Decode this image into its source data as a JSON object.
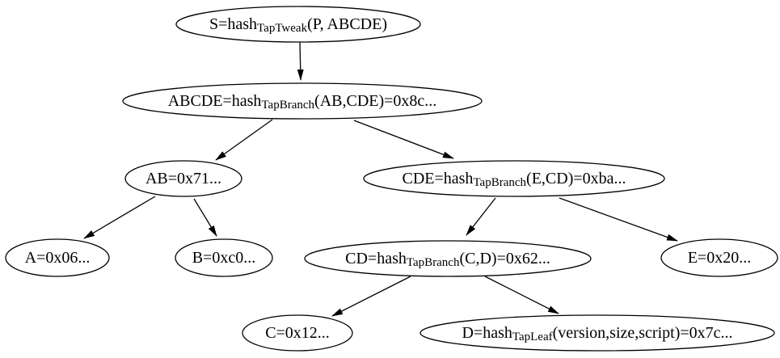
{
  "page": {
    "background_color": "#ffffff",
    "stroke_color": "#000000",
    "text_color": "#000000"
  },
  "diagram": {
    "type": "tree",
    "description": "taproot-hash-tree",
    "nodes": [
      {
        "id": "S",
        "pre": "S=hash",
        "sub": "TapTweak",
        "post": "(P, ABCDE)"
      },
      {
        "id": "ABCDE",
        "pre": "ABCDE=hash",
        "sub": "TapBranch",
        "post": "(AB,CDE)=0x8c..."
      },
      {
        "id": "AB",
        "pre": "AB=0x71...",
        "sub": "",
        "post": ""
      },
      {
        "id": "CDE",
        "pre": "CDE=hash",
        "sub": "TapBranch",
        "post": "(E,CD)=0xba..."
      },
      {
        "id": "A",
        "pre": "A=0x06...",
        "sub": "",
        "post": ""
      },
      {
        "id": "B",
        "pre": "B=0xc0...",
        "sub": "",
        "post": ""
      },
      {
        "id": "CD",
        "pre": "CD=hash",
        "sub": "TapBranch",
        "post": "(C,D)=0x62..."
      },
      {
        "id": "E",
        "pre": "E=0x20...",
        "sub": "",
        "post": ""
      },
      {
        "id": "C",
        "pre": "C=0x12...",
        "sub": "",
        "post": ""
      },
      {
        "id": "D",
        "pre": "D=hash",
        "sub": "TapLeaf",
        "post": "(version,size,script)=0x7c..."
      }
    ],
    "edges": [
      {
        "from": "S",
        "to": "ABCDE"
      },
      {
        "from": "ABCDE",
        "to": "AB"
      },
      {
        "from": "ABCDE",
        "to": "CDE"
      },
      {
        "from": "AB",
        "to": "A"
      },
      {
        "from": "AB",
        "to": "B"
      },
      {
        "from": "CDE",
        "to": "CD"
      },
      {
        "from": "CDE",
        "to": "E"
      },
      {
        "from": "CD",
        "to": "C"
      },
      {
        "from": "CD",
        "to": "D"
      }
    ]
  }
}
